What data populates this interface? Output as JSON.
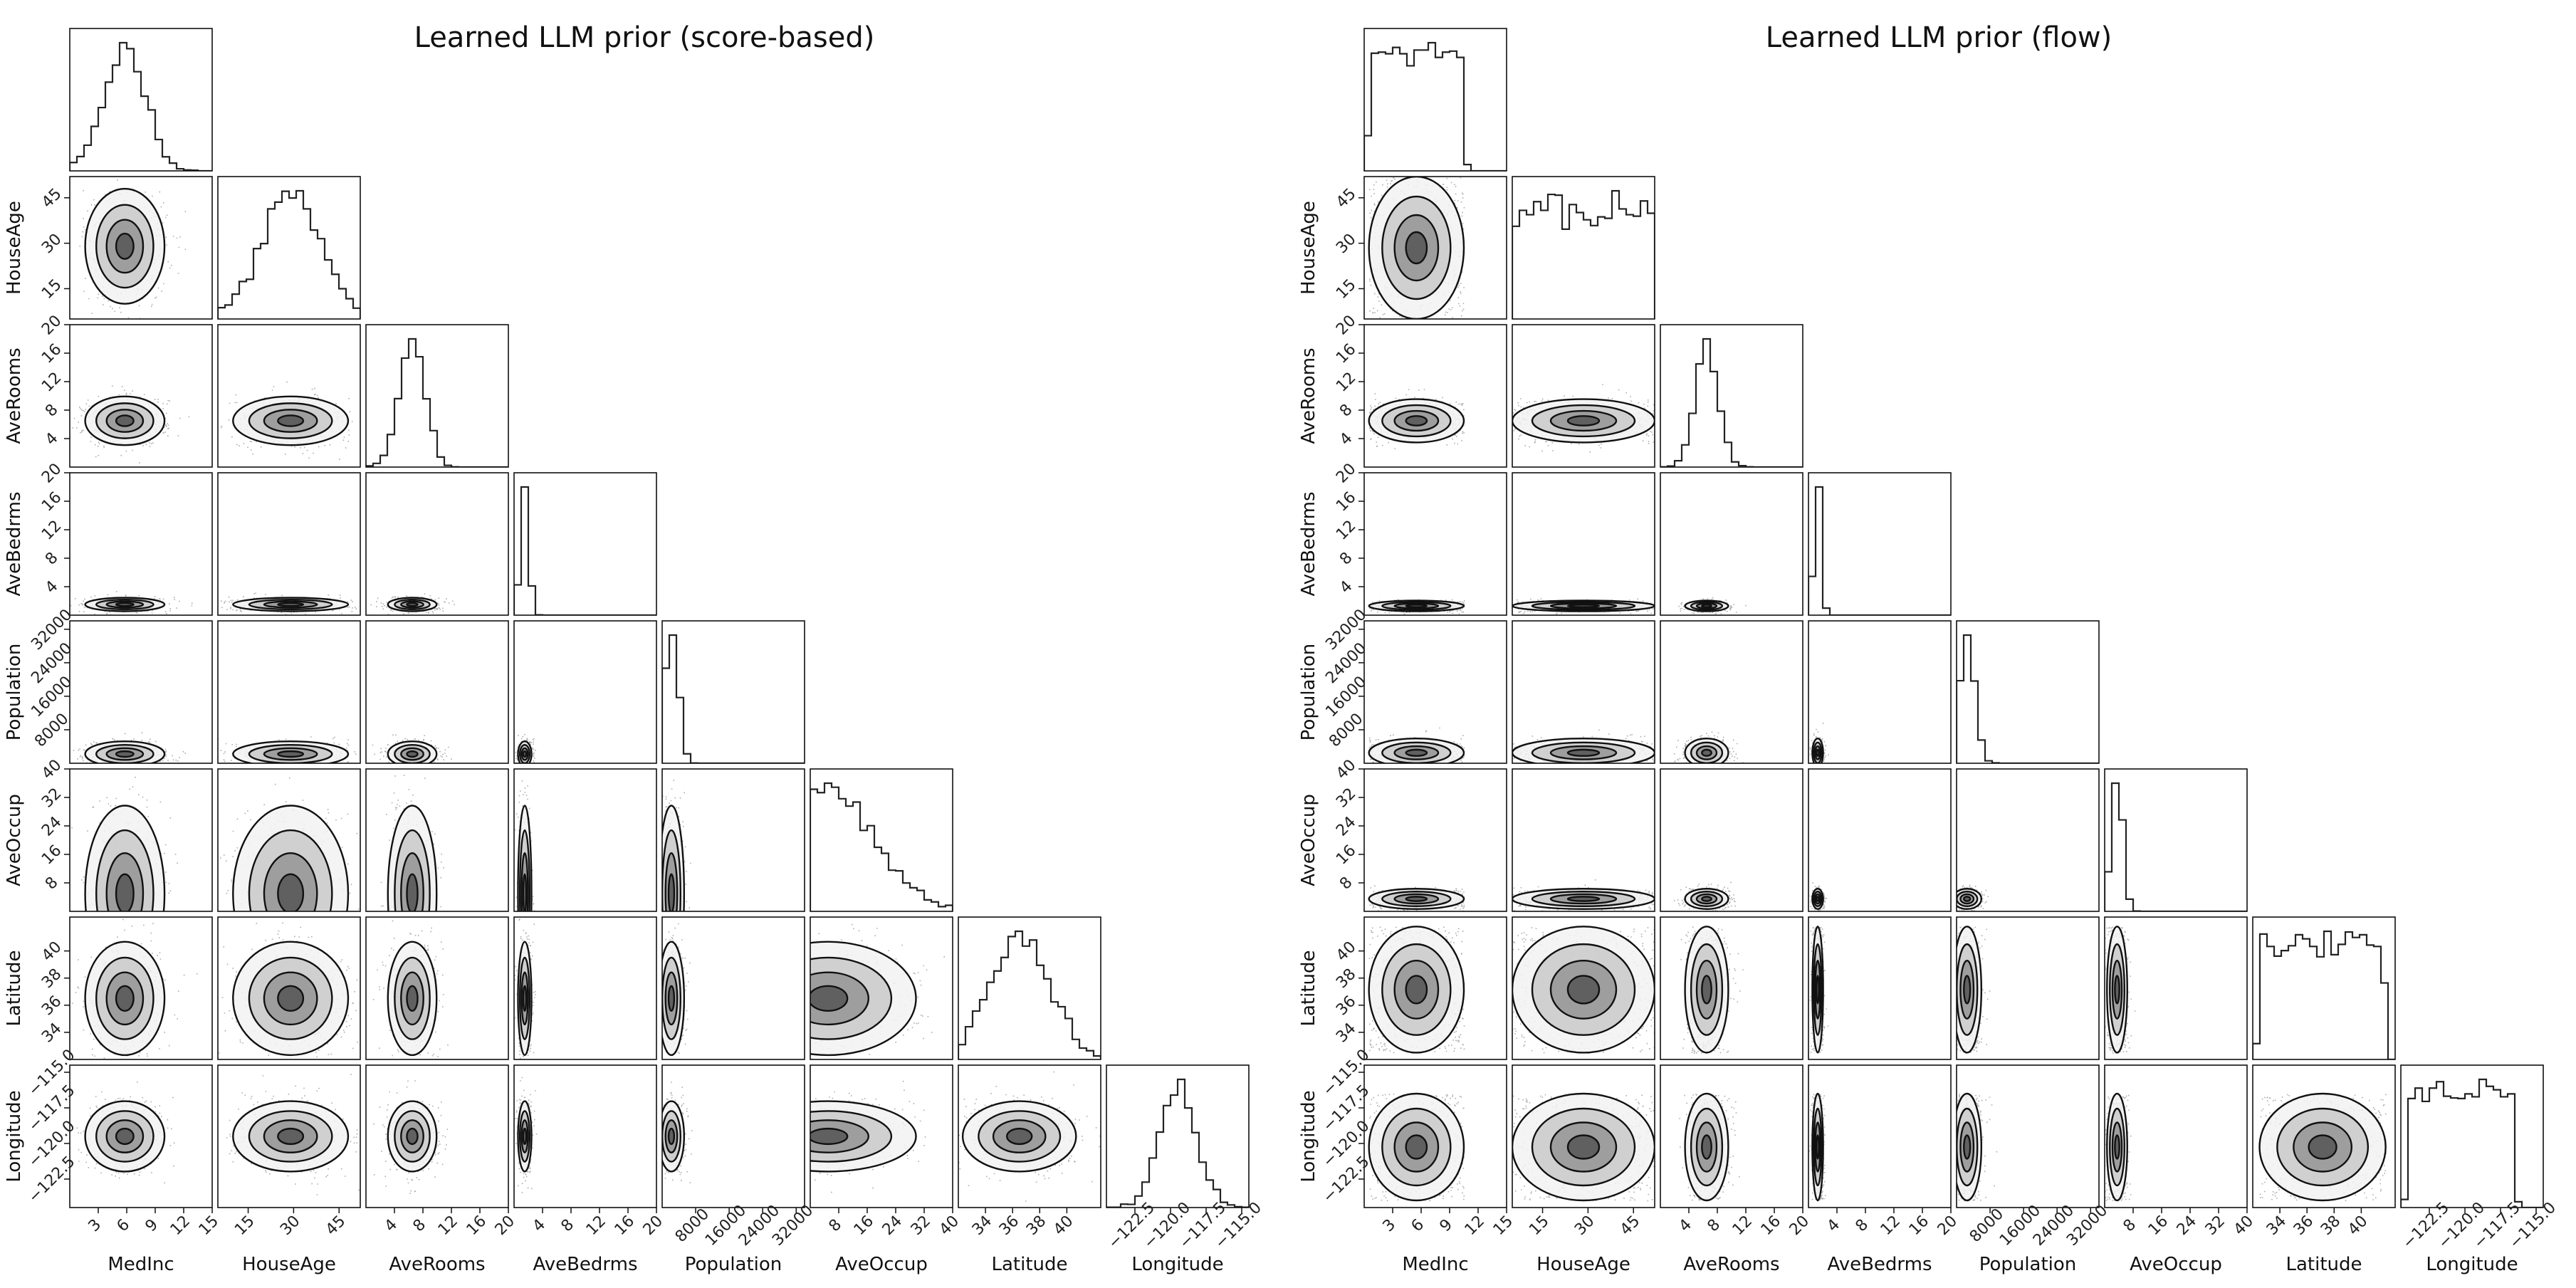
{
  "chart_data": [
    {
      "type": "corner",
      "title": "Learned LLM prior (score-based)",
      "variables": [
        "MedInc",
        "HouseAge",
        "AveRooms",
        "AveBedrms",
        "Population",
        "AveOccup",
        "Latitude",
        "Longitude"
      ],
      "ranges": {
        "MedInc": [
          0,
          15
        ],
        "HouseAge": [
          5,
          52
        ],
        "AveRooms": [
          0,
          20
        ],
        "AveBedrms": [
          0,
          20
        ],
        "Population": [
          0,
          34000
        ],
        "AveOccup": [
          0,
          40
        ],
        "Latitude": [
          32,
          42.5
        ],
        "Longitude": [
          -124.5,
          -114.5
        ]
      },
      "ticks": {
        "MedInc": [
          3,
          6,
          9,
          12,
          15
        ],
        "HouseAge": [
          15,
          30,
          45
        ],
        "AveRooms": [
          4,
          8,
          12,
          16,
          20
        ],
        "AveBedrms": [
          4,
          8,
          12,
          16,
          20
        ],
        "Population": [
          8000,
          16000,
          24000,
          32000
        ],
        "AveOccup": [
          8,
          16,
          24,
          32,
          40
        ],
        "Latitude": [
          34,
          36,
          38,
          40
        ],
        "Longitude": [
          -122.5,
          -120.0,
          -117.5,
          -115.0
        ]
      },
      "tick_labels": {
        "MedInc": [
          "3",
          "6",
          "9",
          "12",
          "15"
        ],
        "HouseAge": [
          "15",
          "30",
          "45"
        ],
        "AveRooms": [
          "4",
          "8",
          "12",
          "16",
          "20"
        ],
        "AveBedrms": [
          "4",
          "8",
          "12",
          "16",
          "20"
        ],
        "Population": [
          "8000",
          "16000",
          "24000",
          "32000"
        ],
        "AveOccup": [
          "8",
          "16",
          "24",
          "32",
          "40"
        ],
        "Latitude": [
          "34",
          "36",
          "38",
          "40"
        ],
        "Longitude": [
          "−122.5",
          "−120.0",
          "−117.5",
          "−115.0"
        ]
      },
      "marginals": {
        "MedInc": {
          "kind": "normal",
          "mean": 5.8,
          "sd": 2.2
        },
        "HouseAge": {
          "kind": "normal",
          "mean": 29,
          "sd": 10
        },
        "AveRooms": {
          "kind": "normal",
          "mean": 6.5,
          "sd": 1.8
        },
        "AveBedrms": {
          "kind": "normal",
          "mean": 1.5,
          "sd": 0.5
        },
        "Population": {
          "kind": "normal",
          "mean": 2200,
          "sd": 1600
        },
        "AveOccup": {
          "kind": "normal",
          "mean": 5,
          "sd": 13
        },
        "Latitude": {
          "kind": "normal",
          "mean": 36.5,
          "sd": 2.2
        },
        "Longitude": {
          "kind": "normal",
          "mean": -119.5,
          "sd": 1.3
        }
      }
    },
    {
      "type": "corner",
      "title": "Learned LLM prior (flow)",
      "variables": [
        "MedInc",
        "HouseAge",
        "AveRooms",
        "AveBedrms",
        "Population",
        "AveOccup",
        "Latitude",
        "Longitude"
      ],
      "ranges": {
        "MedInc": [
          0,
          15
        ],
        "HouseAge": [
          5,
          52
        ],
        "AveRooms": [
          0,
          20
        ],
        "AveBedrms": [
          0,
          20
        ],
        "Population": [
          0,
          34000
        ],
        "AveOccup": [
          0,
          40
        ],
        "Latitude": [
          32,
          42.5
        ],
        "Longitude": [
          -124.5,
          -114.5
        ]
      },
      "ticks": {
        "MedInc": [
          3,
          6,
          9,
          12,
          15
        ],
        "HouseAge": [
          15,
          30,
          45
        ],
        "AveRooms": [
          4,
          8,
          12,
          16,
          20
        ],
        "AveBedrms": [
          4,
          8,
          12,
          16,
          20
        ],
        "Population": [
          8000,
          16000,
          24000,
          32000
        ],
        "AveOccup": [
          8,
          16,
          24,
          32,
          40
        ],
        "Latitude": [
          34,
          36,
          38,
          40
        ],
        "Longitude": [
          -122.5,
          -120.0,
          -117.5,
          -115.0
        ]
      },
      "tick_labels": {
        "MedInc": [
          "3",
          "6",
          "9",
          "12",
          "15"
        ],
        "HouseAge": [
          "15",
          "30",
          "45"
        ],
        "AveRooms": [
          "4",
          "8",
          "12",
          "16",
          "20"
        ],
        "AveBedrms": [
          "4",
          "8",
          "12",
          "16",
          "20"
        ],
        "Population": [
          "8000",
          "16000",
          "24000",
          "32000"
        ],
        "AveOccup": [
          "8",
          "16",
          "24",
          "32",
          "40"
        ],
        "Latitude": [
          "34",
          "36",
          "38",
          "40"
        ],
        "Longitude": [
          "−122.5",
          "−120.0",
          "−117.5",
          "−115.0"
        ]
      },
      "marginals": {
        "MedInc": {
          "kind": "uniform",
          "min": 0.5,
          "max": 10.5
        },
        "HouseAge": {
          "kind": "uniform",
          "min": 5,
          "max": 52
        },
        "AveRooms": {
          "kind": "normal",
          "mean": 6.5,
          "sd": 1.6
        },
        "AveBedrms": {
          "kind": "normal",
          "mean": 1.3,
          "sd": 0.4
        },
        "Population": {
          "kind": "normal",
          "mean": 2500,
          "sd": 1800
        },
        "AveOccup": {
          "kind": "normal",
          "mean": 3.5,
          "sd": 1.5
        },
        "Latitude": {
          "kind": "uniform",
          "min": 32.5,
          "max": 41.8
        },
        "Longitude": {
          "kind": "uniform",
          "min": -124,
          "max": -116.5
        }
      }
    }
  ]
}
